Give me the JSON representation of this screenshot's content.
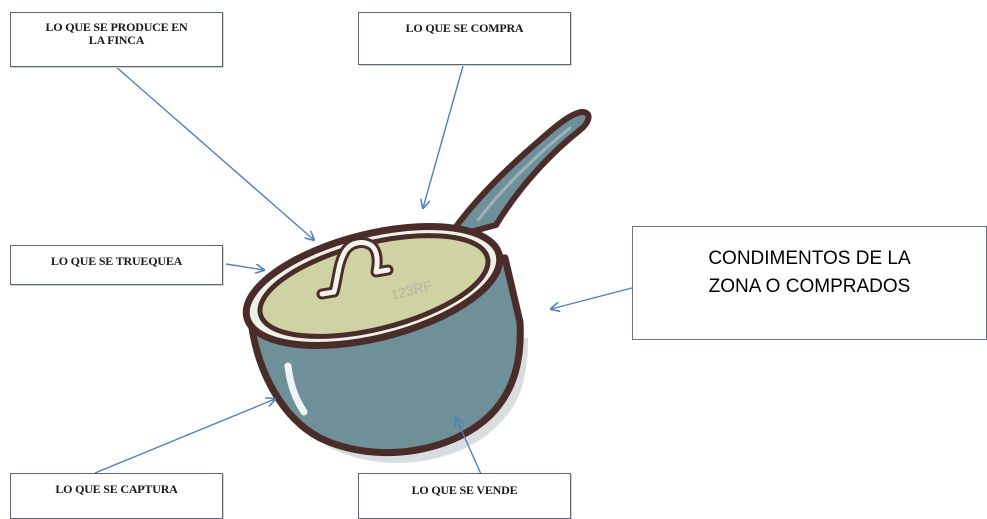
{
  "boxes": {
    "finca": "LO QUE SE PRODUCE EN\nLA FINCA",
    "compra": "LO QUE SE COMPRA",
    "trueque": "LO QUE SE TRUEQUEA",
    "captura": "LO QUE SE CAPTURA",
    "vende": "LO QUE SE VENDE",
    "condimentos": "CONDIMENTOS DE LA\nZONA O COMPRADOS"
  },
  "pot": {
    "watermark": "123RF"
  },
  "colors": {
    "arrow": "#4f81bd",
    "pot_body": "#6f8f99",
    "pot_outline": "#4a2c2a",
    "lid": "#cfd3a3",
    "box_border": "#5b6573"
  }
}
